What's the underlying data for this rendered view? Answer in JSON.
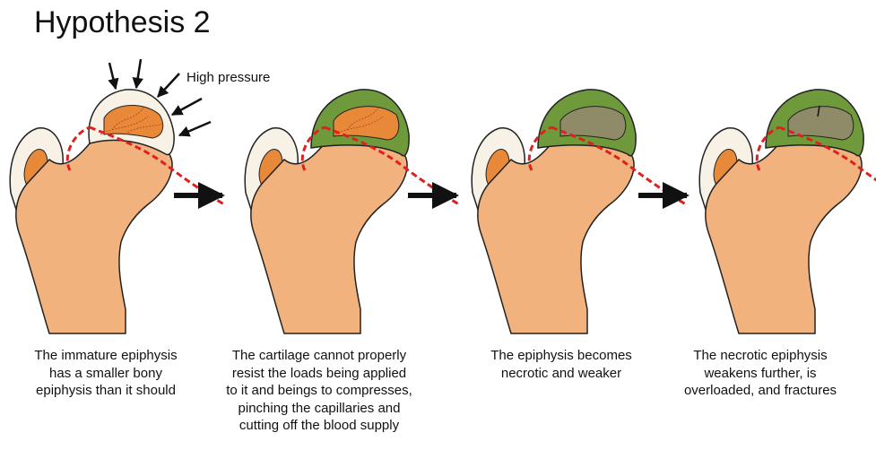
{
  "title": "Hypothesis 2",
  "pressure_label": "High pressure",
  "colors": {
    "bone": "#f2b27e",
    "bone_dark": "#e8893a",
    "cartilage": "#f8f2e6",
    "necrotic": "#6f9a3b",
    "necrotic_core": "#8f8a68",
    "line": "#222222",
    "growth_plate": "#e02020"
  },
  "stages": [
    {
      "caption": [
        "The immature epiphysis",
        "has a smaller bony",
        "epiphysis than it should"
      ]
    },
    {
      "caption": [
        "The cartilage cannot properly",
        "resist the loads being applied",
        "to it and beings to compresses,",
        "pinching the capillaries and",
        "cutting off the blood supply"
      ]
    },
    {
      "caption": [
        "The epiphysis becomes",
        "necrotic and weaker"
      ]
    },
    {
      "caption": [
        "The necrotic epiphysis",
        "weakens further, is",
        "overloaded, and fractures"
      ]
    }
  ]
}
